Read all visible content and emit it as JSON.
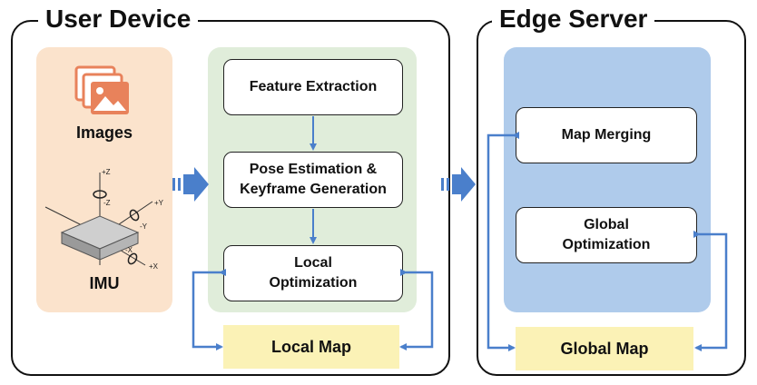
{
  "user_device": {
    "title": "User Device",
    "sensors": {
      "images_label": "Images",
      "imu_label": "IMU"
    },
    "imu_axes": {
      "z_plus": "+Z",
      "z_minus": "-Z",
      "y_plus": "+Y",
      "y_minus": "-Y",
      "x_plus": "+X",
      "x_minus": "-X"
    },
    "pipeline": {
      "feature_extraction": "Feature Extraction",
      "pose_estimation": [
        "Pose Estimation &",
        "Keyframe Generation"
      ],
      "local_optimization": [
        "Local",
        "Optimization"
      ]
    },
    "local_map": "Local Map"
  },
  "edge_server": {
    "title": "Edge Server",
    "map_merging": "Map Merging",
    "global_optimization": [
      "Global",
      "Optimization"
    ],
    "global_map": "Global Map"
  },
  "colors": {
    "sensor_panel": "#FBE3CC",
    "pipeline_panel": "#E0EDDA",
    "server_panel": "#AFCBEB",
    "map_box": "#FBF2B6",
    "arrow": "#4A7FCB",
    "icon": "#E8825B"
  }
}
